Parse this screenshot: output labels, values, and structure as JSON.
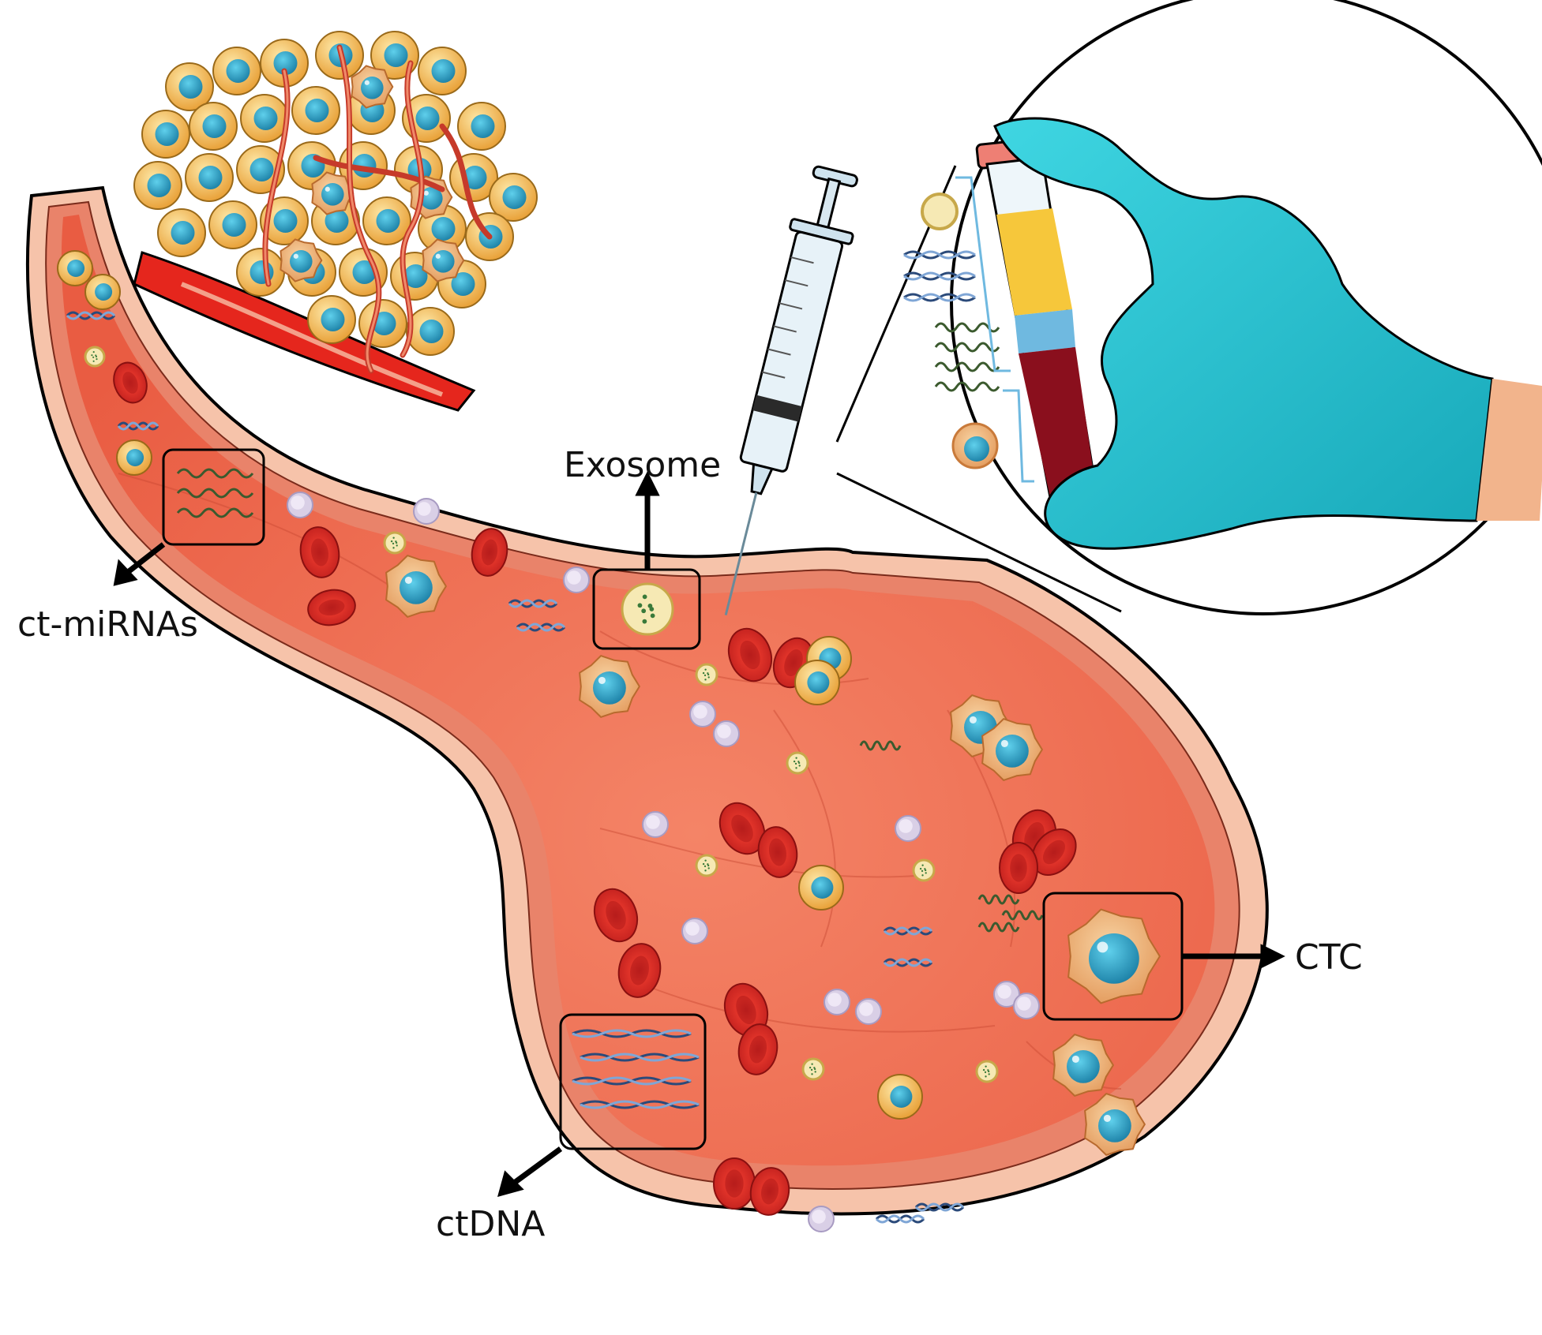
{
  "labels": {
    "exosome": "Exosome",
    "ct_mirnas": "ct-miRNAs",
    "ctc": "CTC",
    "ctdna": "ctDNA"
  },
  "colors": {
    "vessel_outer": "#f6c3aa",
    "vessel_wall": "#e9836a",
    "vessel_lumen": "#f26e52",
    "red_blood_cell": "#e2342a",
    "tumor_cell": "#f1b24c",
    "nucleus": "#2aa3c4",
    "ctc_body": "#f2b67a",
    "glove": "#23bfcf",
    "plasma_band": "#f6c73b",
    "blood_band": "#8a0f1d",
    "outline": "#000000"
  },
  "icons": [
    "tumor-mass-icon",
    "syringe-icon",
    "gloved-hand-icon",
    "blood-tube-icon",
    "exosome-icon",
    "dna-icon",
    "mirna-icon",
    "circulating-tumor-cell-icon",
    "red-blood-cell-icon"
  ]
}
